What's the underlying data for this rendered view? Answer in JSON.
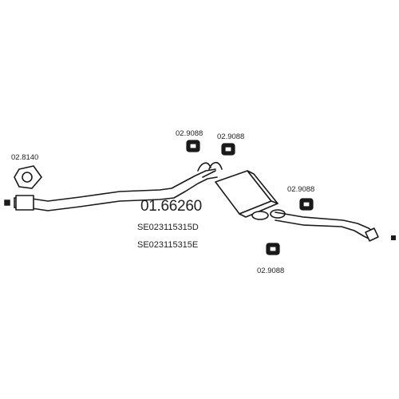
{
  "main_part_number": "01.66260",
  "oem_numbers": [
    "SE023115315D",
    "SE023115315E"
  ],
  "parts": {
    "clamp_front": "02.8140",
    "hanger_1": "02.9088",
    "hanger_2": "02.9088",
    "hanger_3": "02.9088",
    "hanger_4": "02.9088"
  },
  "colors": {
    "line": "#1a1a1a",
    "fill": "#ffffff",
    "text": "#222222"
  }
}
